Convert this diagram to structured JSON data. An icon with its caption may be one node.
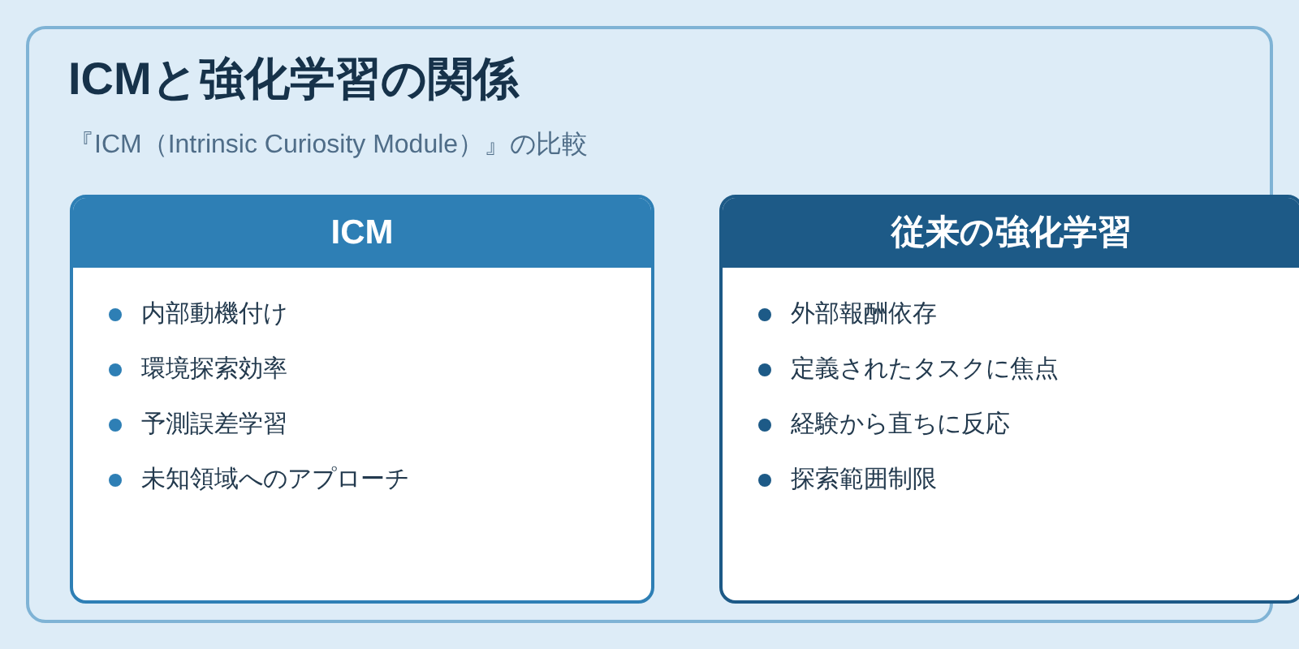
{
  "diagram": {
    "nodes": [
      {
        "text": [
          "ICMと強化学習の関係",
          "『ICM（Intrinsic Curiosity Module）』の比較"
        ]
      },
      {
        "text": [
          "ICM",
          "内部動機付け",
          "環境探索効率",
          "予測誤差学習",
          "未知領域へのアプローチ"
        ],
        "in": 0
      },
      {
        "text": [
          "従来の強化学習",
          "外部報酬依存",
          "定義されたタスクに焦点",
          "経験から直ちに反応",
          "探索範囲制限"
        ],
        "in": 0
      }
    ]
  }
}
